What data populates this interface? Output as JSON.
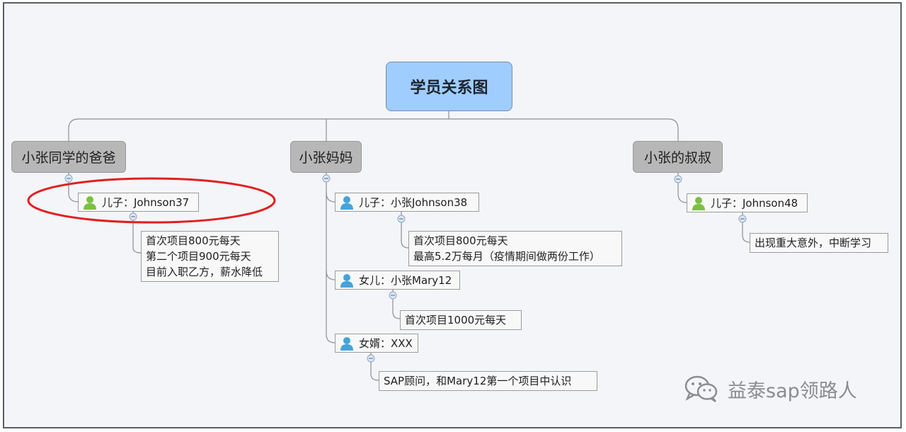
{
  "root": {
    "label": "学员关系图"
  },
  "branches": [
    {
      "label": "小张同学的爸爸",
      "children": [
        {
          "label": "儿子：Johnson37",
          "icon_color": "#7cc043",
          "notes": [
            "首次项目800元每天",
            "第二个项目900元每天",
            "目前入职乙方，薪水降低"
          ]
        }
      ]
    },
    {
      "label": "小张妈妈",
      "children": [
        {
          "label": "儿子：小张Johnson38",
          "icon_color": "#46a3d8",
          "notes": [
            "首次项目800元每天",
            "最高5.2万每月（疫情期间做两份工作）"
          ]
        },
        {
          "label": "女儿：小张Mary12",
          "icon_color": "#46a3d8",
          "notes": [
            "首次项目1000元每天"
          ]
        },
        {
          "label": "女婿：XXX",
          "icon_color": "#46a3d8",
          "notes": [
            "SAP顾问，和Mary12第一个项目中认识"
          ]
        }
      ]
    },
    {
      "label": "小张的叔叔",
      "children": [
        {
          "label": "儿子：Johnson48",
          "icon_color": "#7cc043",
          "notes": [
            "出现重大意外，中断学习"
          ]
        }
      ]
    }
  ],
  "highlight_color": "#e02020",
  "watermark": {
    "text": "益泰sap领路人",
    "icon": "wechat-icon"
  }
}
